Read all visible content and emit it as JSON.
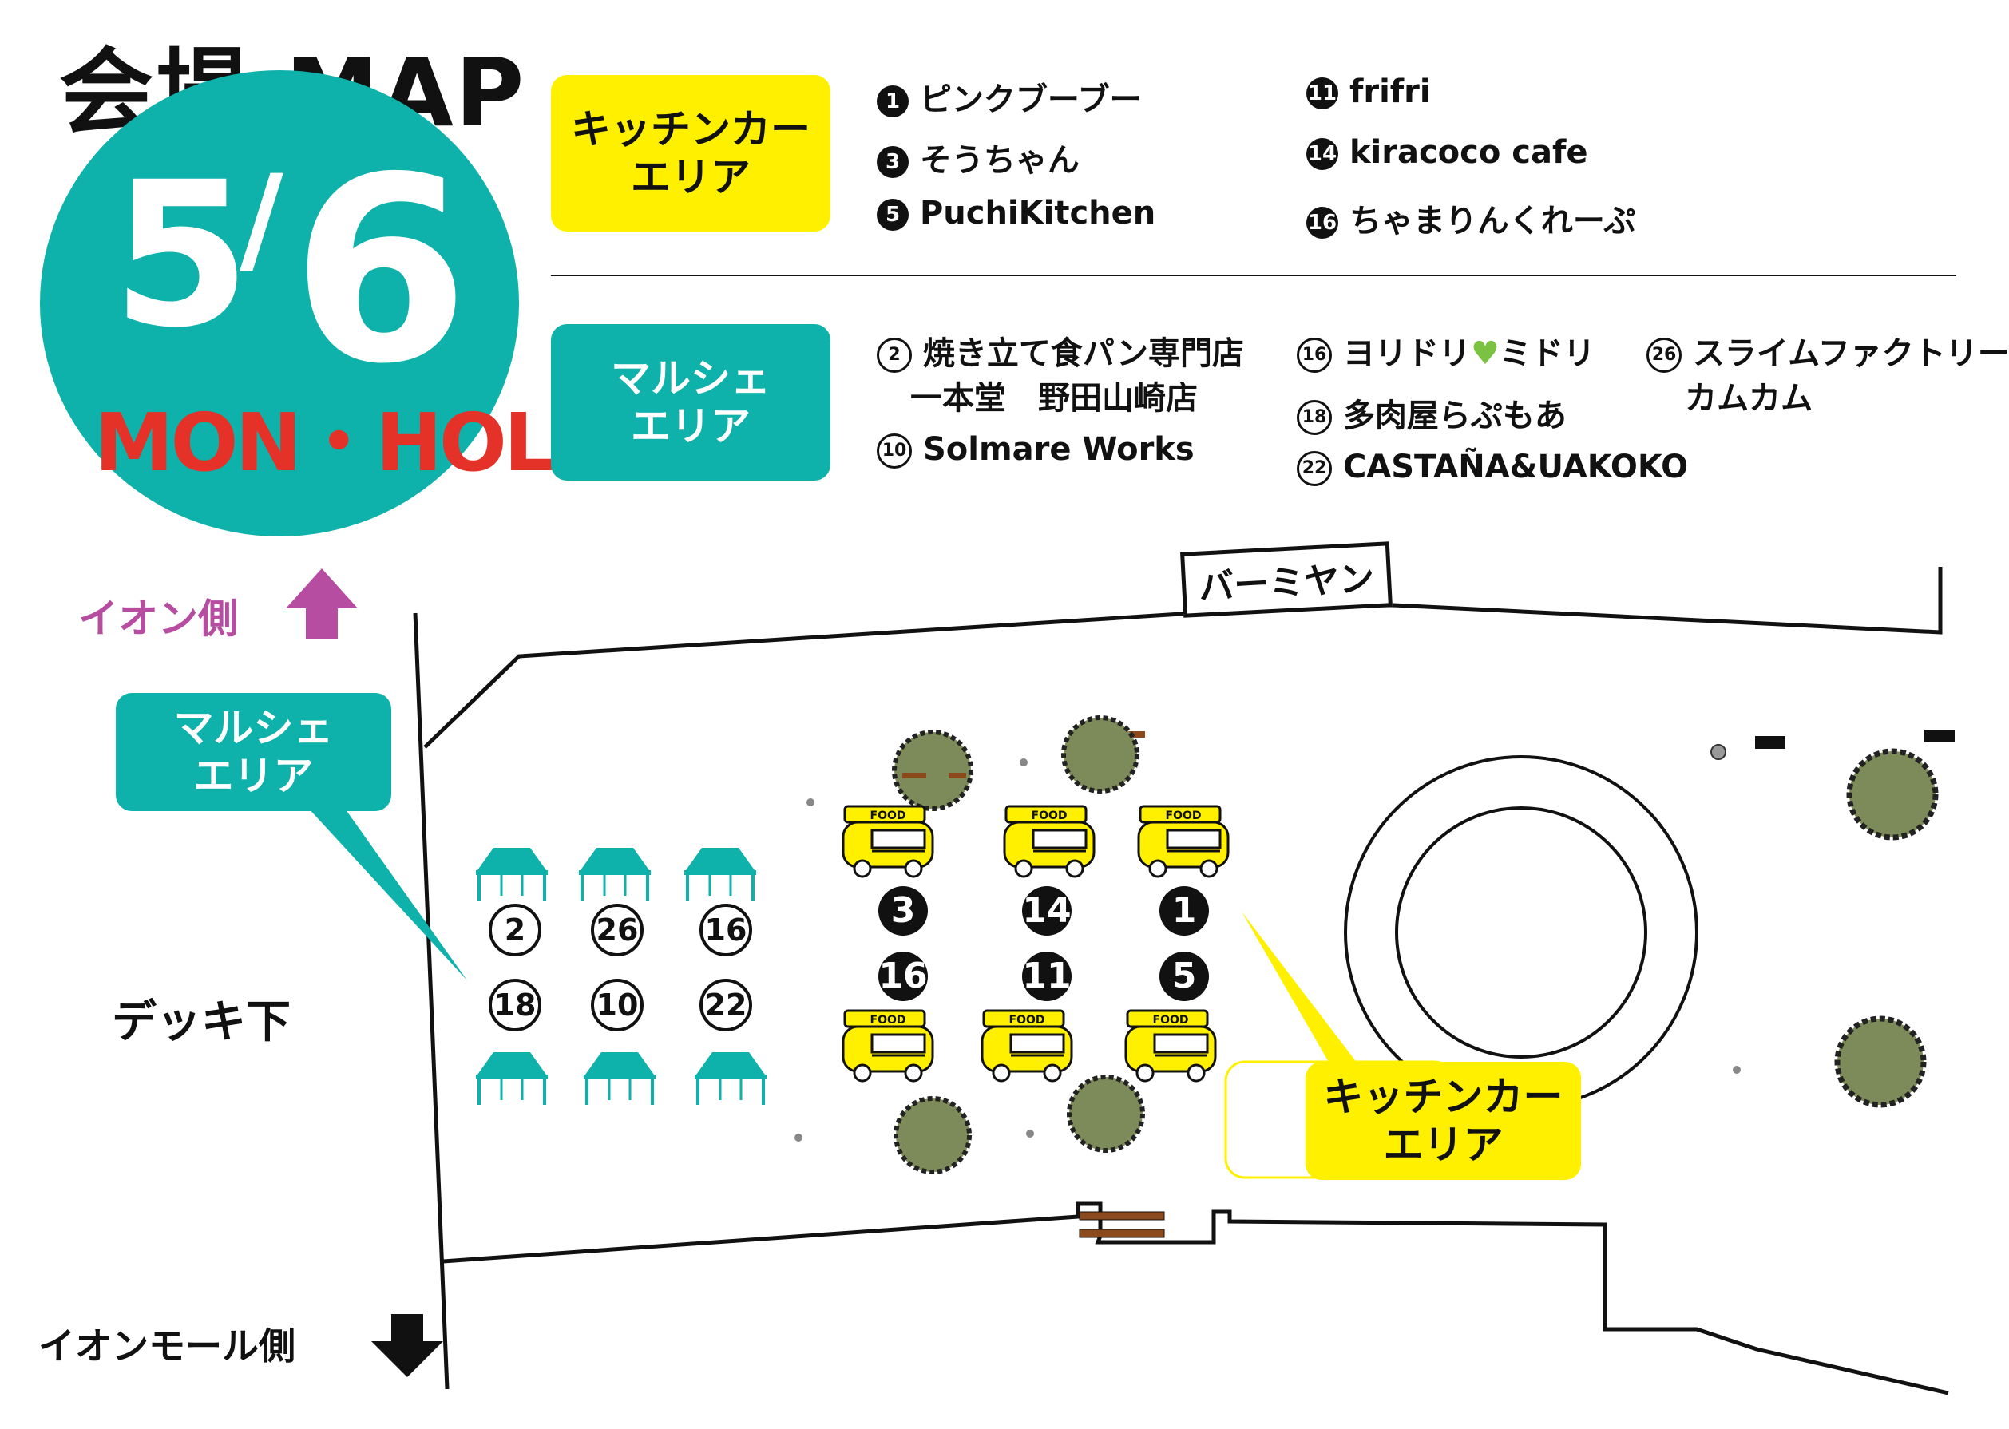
{
  "header": {
    "title": "会場 MAP",
    "date_month": "5",
    "date_day": "6",
    "date_weekday": "MON・HOLS"
  },
  "legend": {
    "kitchen": {
      "label": "キッチンカー\nエリア",
      "label_line1": "キッチンカー",
      "label_line2": "エリア",
      "color": "#fff000",
      "items": [
        {
          "num": "1",
          "name": "ピンクブーブー"
        },
        {
          "num": "3",
          "name": "そうちゃん"
        },
        {
          "num": "5",
          "name": "PuchiKitchen"
        },
        {
          "num": "11",
          "name": "frifri"
        },
        {
          "num": "14",
          "name": "kiracoco cafe"
        },
        {
          "num": "16",
          "name": "ちゃまりんくれーぷ"
        }
      ]
    },
    "marche": {
      "label_line1": "マルシェ",
      "label_line2": "エリア",
      "color": "#0fb1ab",
      "items": [
        {
          "num": "2",
          "name": "焼き立て食パン専門店",
          "name2": "一本堂　野田山崎店"
        },
        {
          "num": "10",
          "name": "Solmare Works"
        },
        {
          "num": "16",
          "name": "ヨリドリ",
          "heart": "♥",
          "name_after": "ミドリ"
        },
        {
          "num": "18",
          "name": "多肉屋らぷもあ"
        },
        {
          "num": "22",
          "name": "CASTAÑA&UAKOKO"
        },
        {
          "num": "26",
          "name": "スライムファクトリー",
          "name2": "カムカム"
        }
      ]
    }
  },
  "map": {
    "aeon_side": "イオン側",
    "aeon_mall_side": "イオンモール側",
    "deck_below": "デッキ下",
    "barmiyan": "バーミヤン",
    "marche_callout_line1": "マルシェ",
    "marche_callout_line2": "エリア",
    "kitchen_callout_line1": "キッチンカー",
    "kitchen_callout_line2": "エリア",
    "marche_numbers_top": [
      "2",
      "26",
      "16"
    ],
    "marche_numbers_bottom": [
      "18",
      "10",
      "22"
    ],
    "kitchen_numbers_top": [
      "3",
      "14",
      "1"
    ],
    "kitchen_numbers_bottom": [
      "16",
      "11",
      "5"
    ],
    "food_truck_text": "FOOD",
    "colors": {
      "teal": "#0fb1ab",
      "yellow": "#fff000",
      "red": "#e53228",
      "purple": "#b74da0",
      "tree": "#7d8b5a",
      "bench": "#8b4a1c"
    },
    "icons": [
      "up-arrow-icon",
      "down-arrow-icon",
      "tent-icon",
      "food-truck-icon",
      "tree-icon",
      "heart-icon"
    ]
  }
}
